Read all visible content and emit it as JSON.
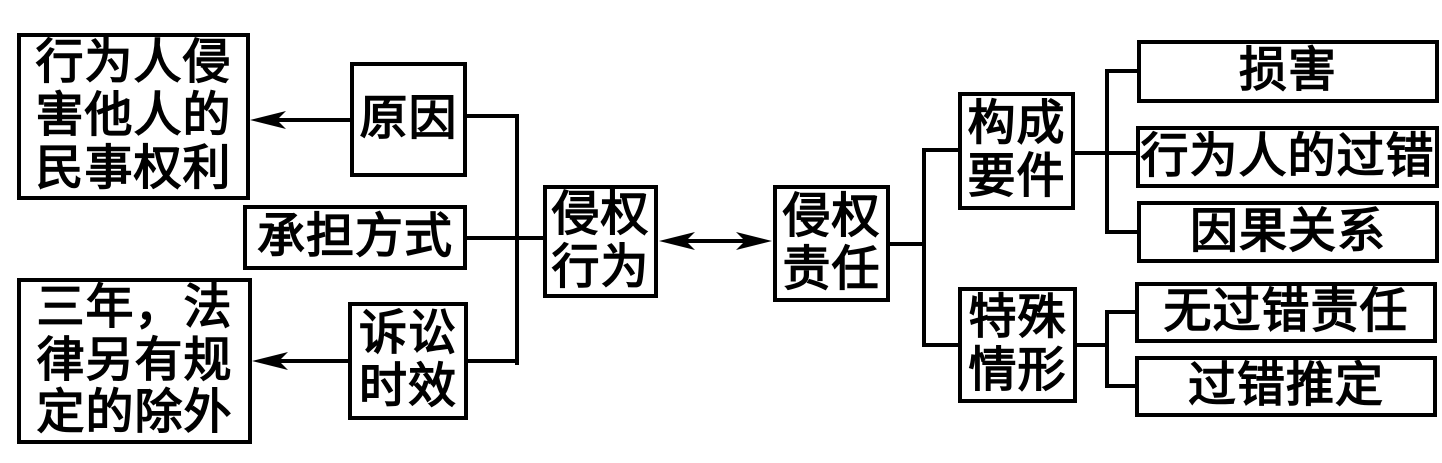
{
  "diagram": {
    "title_hint": "tort-act and tort-liability concept map",
    "nodes": {
      "harm": "行为人侵害他人的民事权利",
      "cause": "原因",
      "method": "承担方式",
      "limitation": "诉讼时效",
      "limitation_rule": "三年，法律另有规定的除外",
      "tort_act": "侵权行为",
      "tort_liability": "侵权责任",
      "elements": "构成要件",
      "element_items": [
        "损害",
        "行为人的过错",
        "因果关系"
      ],
      "special": "特殊情形",
      "special_items": [
        "无过错责任",
        "过错推定"
      ]
    },
    "colors": {
      "line": "#000000",
      "background": "#ffffff"
    }
  }
}
